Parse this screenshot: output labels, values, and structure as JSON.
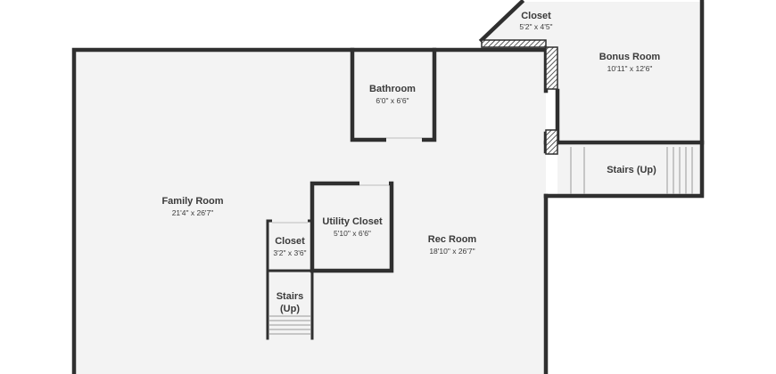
{
  "rooms": {
    "family_room": {
      "name": "Family Room",
      "dims": "21'4\" x 26'7\""
    },
    "bathroom": {
      "name": "Bathroom",
      "dims": "6'0\" x 6'6\""
    },
    "utility_closet": {
      "name": "Utility Closet",
      "dims": "5'10\" x 6'6\""
    },
    "closet_small": {
      "name": "Closet",
      "dims": "3'2\" x 3'6\""
    },
    "stairs_left": {
      "name_line1": "Stairs",
      "name_line2": "(Up)"
    },
    "rec_room": {
      "name": "Rec Room",
      "dims": "18'10\" x 26'7\""
    },
    "closet_top": {
      "name": "Closet",
      "dims": "5'2\" x 4'5\""
    },
    "bonus_room": {
      "name": "Bonus Room",
      "dims": "10'11\" x 12'6\""
    },
    "stairs_right": {
      "name": "Stairs (Up)"
    }
  },
  "colors": {
    "wall": "#2f2f2f",
    "floor": "#f3f3f3",
    "text": "#3a3a3a"
  }
}
